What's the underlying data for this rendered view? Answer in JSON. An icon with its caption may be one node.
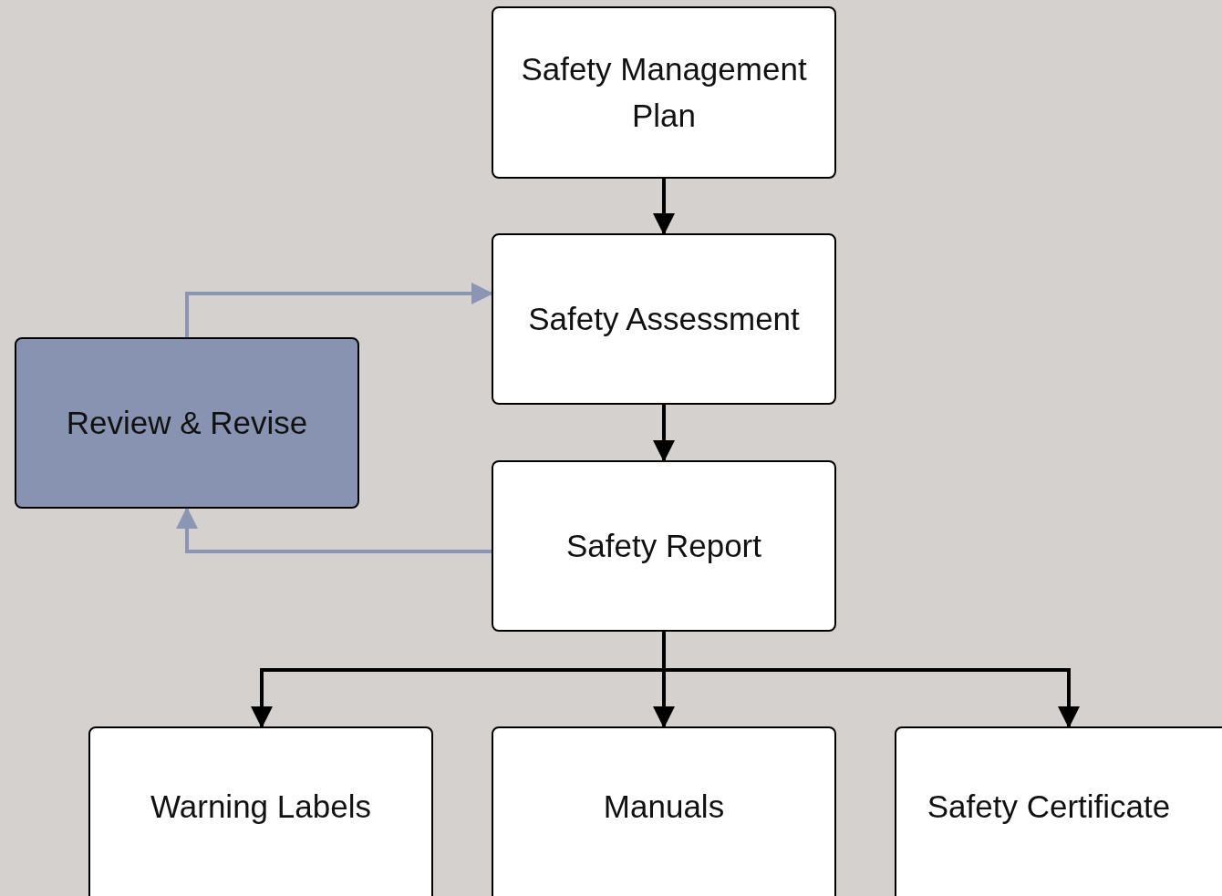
{
  "diagram": {
    "nodes": [
      {
        "text": [
          "Safety Management Plan"
        ]
      },
      {
        "text": [
          "Safety Assessment"
        ]
      },
      {
        "text": [
          "Safety Report"
        ]
      },
      {
        "text": [
          "Review & Revise"
        ]
      },
      {
        "text": [
          "Warning Labels"
        ]
      },
      {
        "text": [
          "Manuals"
        ]
      },
      {
        "text": [
          "Safety Certificate"
        ]
      }
    ],
    "edges": [
      {
        "from": 0,
        "to": 1,
        "arrow": "to"
      },
      {
        "from": 1,
        "to": 2,
        "arrow": "to"
      },
      {
        "from": 2,
        "to": 3,
        "arrow": "to",
        "color": "#8a96b4"
      },
      {
        "from": 3,
        "to": 1,
        "arrow": "to",
        "color": "#8a96b4"
      },
      {
        "from": 2,
        "to": 4,
        "arrow": "to"
      },
      {
        "from": 2,
        "to": 5,
        "arrow": "to"
      },
      {
        "from": 2,
        "to": 6,
        "arrow": "to"
      }
    ]
  }
}
